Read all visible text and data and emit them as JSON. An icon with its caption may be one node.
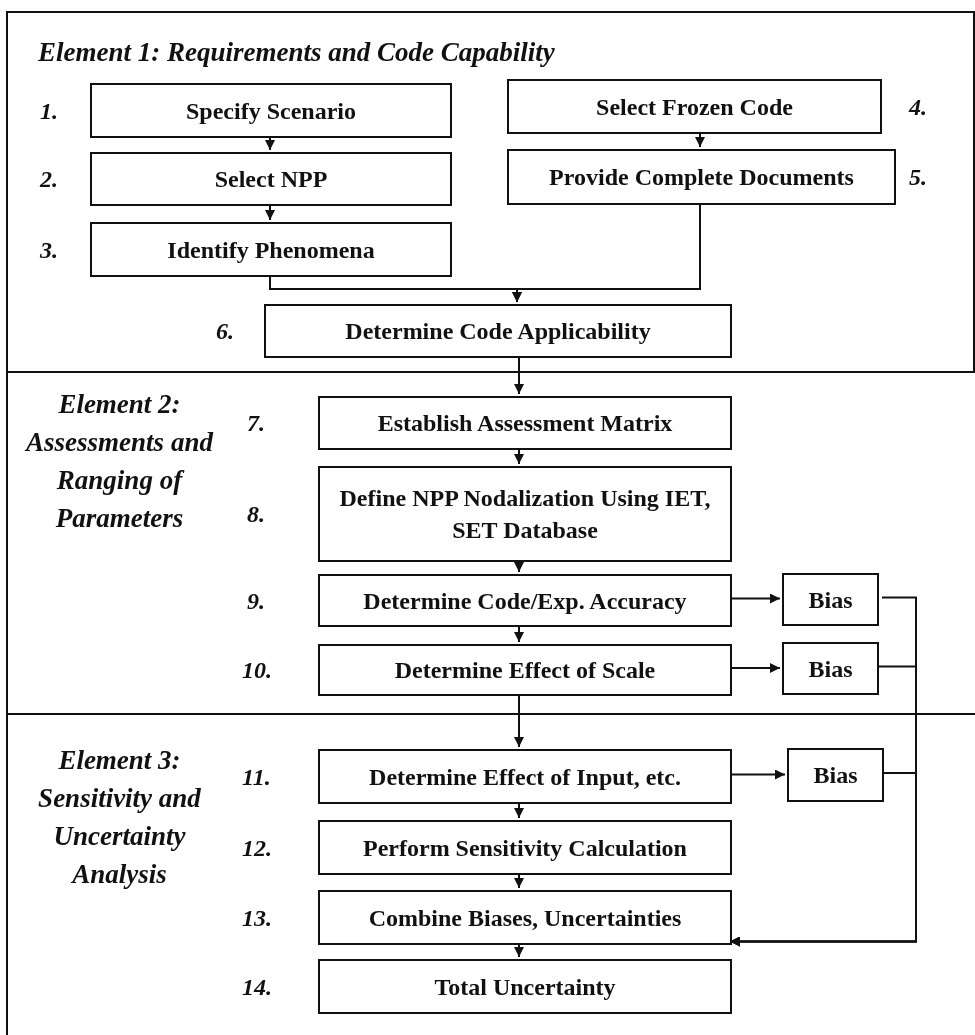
{
  "diagram": {
    "nodes": [
      {
        "text": [
          "Element 1: Requirements and Code Capability"
        ]
      },
      {
        "text": [
          "Specify Scenario"
        ],
        "in": 0,
        "beside": [
          "1."
        ]
      },
      {
        "text": [
          "Select NPP"
        ],
        "in": 0,
        "beside": [
          "2."
        ]
      },
      {
        "text": [
          "Identify Phenomena"
        ],
        "in": 0,
        "beside": [
          "3."
        ]
      },
      {
        "text": [
          "Select Frozen Code"
        ],
        "in": 0,
        "beside": [
          "4."
        ]
      },
      {
        "text": [
          "Provide Complete Documents"
        ],
        "in": 0,
        "beside": [
          "5."
        ]
      },
      {
        "text": [
          "Determine Code Applicability"
        ],
        "in": 0,
        "beside": [
          "6."
        ]
      },
      {
        "text": [
          "Element 2: Assessments and Ranging of Parameters"
        ]
      },
      {
        "text": [
          "Establish Assessment Matrix"
        ],
        "in": 7,
        "beside": [
          "7."
        ]
      },
      {
        "text": [
          "Define NPP Nodalization Using IET, SET Database"
        ],
        "in": 7,
        "beside": [
          "8."
        ]
      },
      {
        "text": [
          "Determine Code/Exp. Accuracy"
        ],
        "in": 7,
        "beside": [
          "9."
        ]
      },
      {
        "text": [
          "Bias"
        ],
        "in": 7
      },
      {
        "text": [
          "Determine Effect of Scale"
        ],
        "in": 7,
        "beside": [
          "10."
        ]
      },
      {
        "text": [
          "Bias"
        ],
        "in": 7
      },
      {
        "text": [
          "Element 3: Sensitivity and Uncertainty Analysis"
        ]
      },
      {
        "text": [
          "Determine Effect of Input, etc."
        ],
        "in": 14,
        "beside": [
          "11."
        ]
      },
      {
        "text": [
          "Bias"
        ],
        "in": 14
      },
      {
        "text": [
          "Perform Sensitivity Calculation"
        ],
        "in": 14,
        "beside": [
          "12."
        ]
      },
      {
        "text": [
          "Combine Biases, Uncertainties"
        ],
        "in": 14,
        "beside": [
          "13."
        ]
      },
      {
        "text": [
          "Total Uncertainty"
        ],
        "in": 14,
        "beside": [
          "14."
        ]
      }
    ],
    "edges": [
      {
        "from": 1,
        "to": 2,
        "arrow": "to"
      },
      {
        "from": 2,
        "to": 3,
        "arrow": "to"
      },
      {
        "from": 4,
        "to": 5,
        "arrow": "to"
      },
      {
        "from": 3,
        "to": 6,
        "arrow": "to"
      },
      {
        "from": 5,
        "to": 6,
        "arrow": "to"
      },
      {
        "from": 6,
        "to": 8,
        "arrow": "to"
      },
      {
        "from": 8,
        "to": 9,
        "arrow": "to"
      },
      {
        "from": 9,
        "to": 10,
        "arrow": "to"
      },
      {
        "from": 10,
        "to": 11,
        "arrow": "to"
      },
      {
        "from": 10,
        "to": 12,
        "arrow": "to"
      },
      {
        "from": 12,
        "to": 13,
        "arrow": "to"
      },
      {
        "from": 12,
        "to": 15,
        "arrow": "to"
      },
      {
        "from": 15,
        "to": 16,
        "arrow": "to"
      },
      {
        "from": 15,
        "to": 17,
        "arrow": "to"
      },
      {
        "from": 17,
        "to": 18,
        "arrow": "to"
      },
      {
        "from": 18,
        "to": 19,
        "arrow": "to"
      },
      {
        "from": 11,
        "to": 18,
        "arrow": "to"
      },
      {
        "from": 13,
        "to": 18,
        "arrow": "to"
      },
      {
        "from": 16,
        "to": 18,
        "arrow": "to"
      }
    ]
  }
}
